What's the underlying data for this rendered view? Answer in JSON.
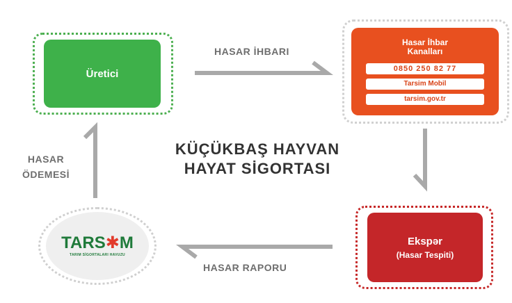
{
  "title": {
    "line1": "KÜÇÜKBAŞ HAYVAN",
    "line2": "HAYAT SİGORTASI"
  },
  "nodes": {
    "producer": {
      "label": "Üretici"
    },
    "channels": {
      "title_line1": "Hasar İhbar",
      "title_line2": "Kanalları",
      "phone": "0850 250 82 77",
      "mobile": "Tarsim Mobil",
      "website": "tarsim.gov.tr"
    },
    "expert": {
      "label": "Ekspər",
      "sublabel": "(Hasar Tespiti)"
    },
    "tarsim": {
      "logo_main": "TARS",
      "logo_star": "✱",
      "logo_end": "M",
      "logo_sub": "TARIM SİGORTALARI HAVUZU"
    }
  },
  "edges": {
    "top": "HASAR İHBARI",
    "bottom": "HASAR RAPORU",
    "left_line1": "HASAR",
    "left_line2": "ÖDEMESİ"
  },
  "colors": {
    "green": "#3eb14a",
    "orange": "#e8501f",
    "red": "#c42629",
    "arrow": "#a9a9a9",
    "logo_green": "#1f7a3a"
  }
}
